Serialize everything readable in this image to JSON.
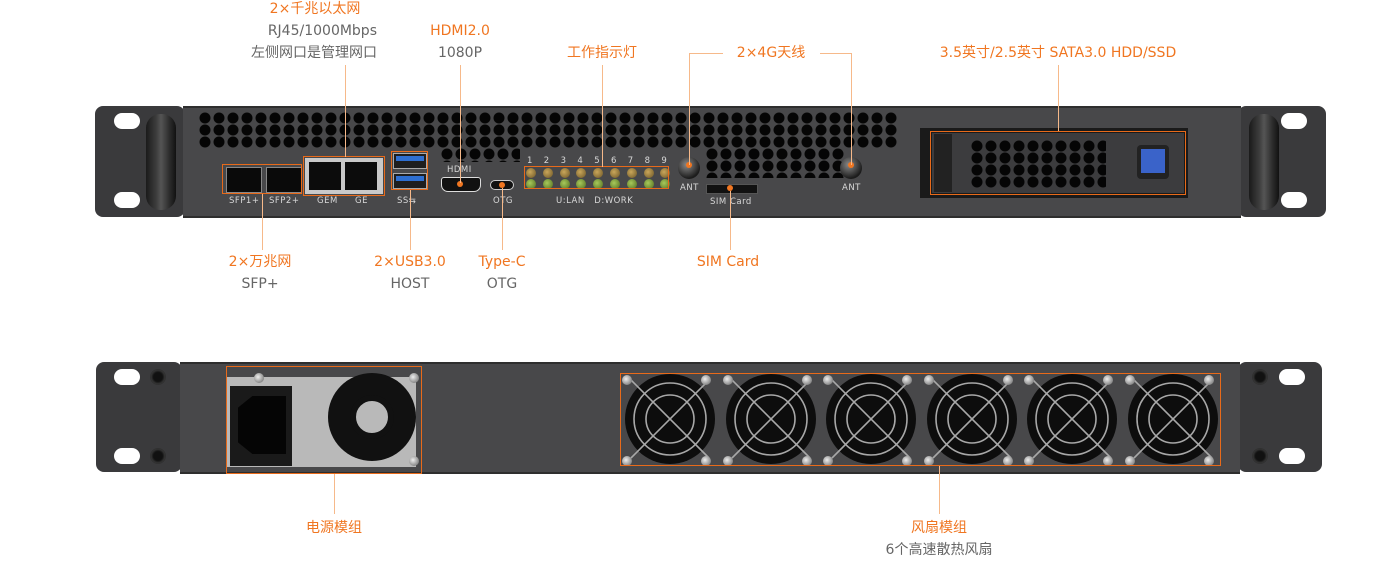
{
  "front_panel": {
    "callouts": {
      "ethernet": {
        "title": "2×千兆以太网",
        "line1": "RJ45/1000Mbps",
        "line2": "左侧网口是管理网口"
      },
      "hdmi": {
        "title": "HDMI2.0",
        "line1": "1080P"
      },
      "indicator": {
        "title": "工作指示灯"
      },
      "antenna": {
        "title": "2×4G天线"
      },
      "storage": {
        "title": "3.5英寸/2.5英寸 SATA3.0 HDD/SSD"
      },
      "sfp": {
        "title": "2×万兆网",
        "line1": "SFP+"
      },
      "usb": {
        "title": "2×USB3.0",
        "line1": "HOST"
      },
      "typec": {
        "title": "Type-C",
        "line1": "OTG"
      },
      "sim": {
        "title": "SIM Card"
      }
    },
    "silkscreen": {
      "sfp1": "SFP1+",
      "sfp2": "SFP2+",
      "gem": "GEM",
      "ge": "GE",
      "usb": "SS⇆",
      "hdmi": "HDMI",
      "otg": "OTG",
      "led_numbers": [
        "1",
        "2",
        "3",
        "4",
        "5",
        "6",
        "7",
        "8",
        "9"
      ],
      "led_legend": "U:LAN   D:WORK",
      "ant1": "ANT",
      "ant2": "ANT",
      "sim": "SIM Card"
    }
  },
  "rear_panel": {
    "callouts": {
      "psu": {
        "title": "电源模组"
      },
      "fans": {
        "title": "风扇模组",
        "line1": "6个高速散热风扇"
      }
    },
    "fan_count": 6
  },
  "colors": {
    "accent": "#f07621",
    "secondary_text": "#666666",
    "leader_line": "#f6b98a",
    "chassis": "#48484a"
  }
}
